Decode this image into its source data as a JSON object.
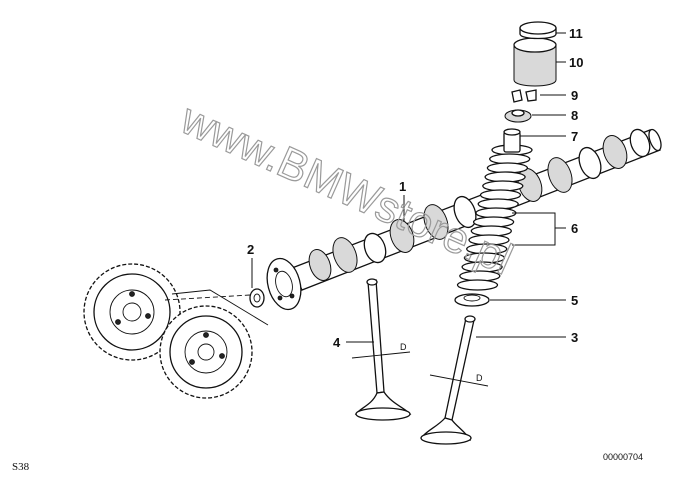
{
  "diagram": {
    "callouts": [
      {
        "id": "1",
        "label": "1"
      },
      {
        "id": "2",
        "label": "2"
      },
      {
        "id": "3",
        "label": "3"
      },
      {
        "id": "4",
        "label": "4"
      },
      {
        "id": "5",
        "label": "5"
      },
      {
        "id": "6",
        "label": "6"
      },
      {
        "id": "7",
        "label": "7"
      },
      {
        "id": "8",
        "label": "8"
      },
      {
        "id": "9",
        "label": "9"
      },
      {
        "id": "10",
        "label": "10"
      },
      {
        "id": "11",
        "label": "11"
      }
    ],
    "dimension_labels": [
      "D",
      "D"
    ],
    "watermark": "www.BMWstore.pl",
    "corner_label": "S38",
    "part_code": "00000704"
  },
  "colors": {
    "ink": "#111111",
    "watermark": "#9a9a9a",
    "background": "#ffffff"
  }
}
